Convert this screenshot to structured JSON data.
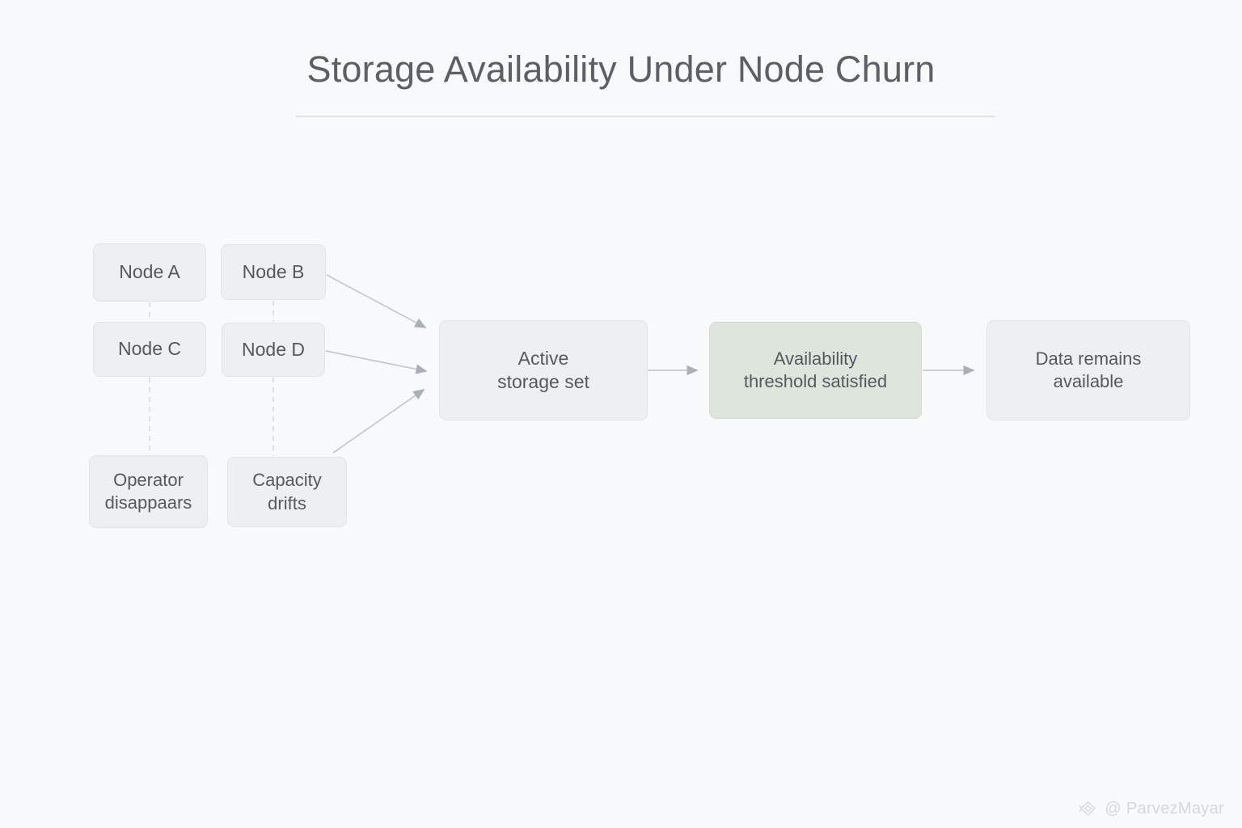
{
  "page": {
    "title": "Storage Availability Under Node Churn",
    "background_color": "#f8f9fa",
    "text_color": "#55595f",
    "accent_green": "#dde5dd",
    "node_fill": "#eeeff0",
    "edge_color": "#c9ced3"
  },
  "diagram": {
    "type": "flow-diagram",
    "nodes": [
      {
        "id": "node-a",
        "label": "Node A",
        "style": "gray"
      },
      {
        "id": "node-b",
        "label": "Node B",
        "style": "gray"
      },
      {
        "id": "node-c",
        "label": "Node C",
        "style": "gray"
      },
      {
        "id": "node-d",
        "label": "Node D",
        "style": "gray"
      },
      {
        "id": "node-op",
        "label_line1": "Operator",
        "label_line2": "disappaars",
        "style": "gray"
      },
      {
        "id": "node-cap",
        "label_line1": "Capacity",
        "label_line2": "drifts",
        "style": "gray"
      },
      {
        "id": "node-active",
        "label_line1": "Active",
        "label_line2": "storage set",
        "style": "gray"
      },
      {
        "id": "node-thresh",
        "label_line1": "Availability",
        "label_line2": "threshold satisfied",
        "style": "green"
      },
      {
        "id": "node-data",
        "label_line1": "Data remains",
        "label_line2": "available",
        "style": "gray"
      }
    ],
    "edges": [
      {
        "from": "node-a",
        "to": "node-c",
        "style": "dashed",
        "arrow": false
      },
      {
        "from": "node-b",
        "to": "node-d",
        "style": "dashed",
        "arrow": false
      },
      {
        "from": "node-c",
        "to": "node-op",
        "style": "dashed",
        "arrow": false
      },
      {
        "from": "node-d",
        "to": "node-cap",
        "style": "dashed",
        "arrow": false
      },
      {
        "from": "node-b",
        "to": "node-active",
        "style": "solid",
        "arrow": true
      },
      {
        "from": "node-d",
        "to": "node-active",
        "style": "solid",
        "arrow": true
      },
      {
        "from": "node-cap",
        "to": "node-active",
        "style": "solid",
        "arrow": true
      },
      {
        "from": "node-active",
        "to": "node-thresh",
        "style": "solid",
        "arrow": true
      },
      {
        "from": "node-thresh",
        "to": "node-data",
        "style": "solid",
        "arrow": true
      }
    ]
  },
  "watermark": {
    "icon": "diamond-logo-icon",
    "handle": "@ ParvezMayar"
  }
}
